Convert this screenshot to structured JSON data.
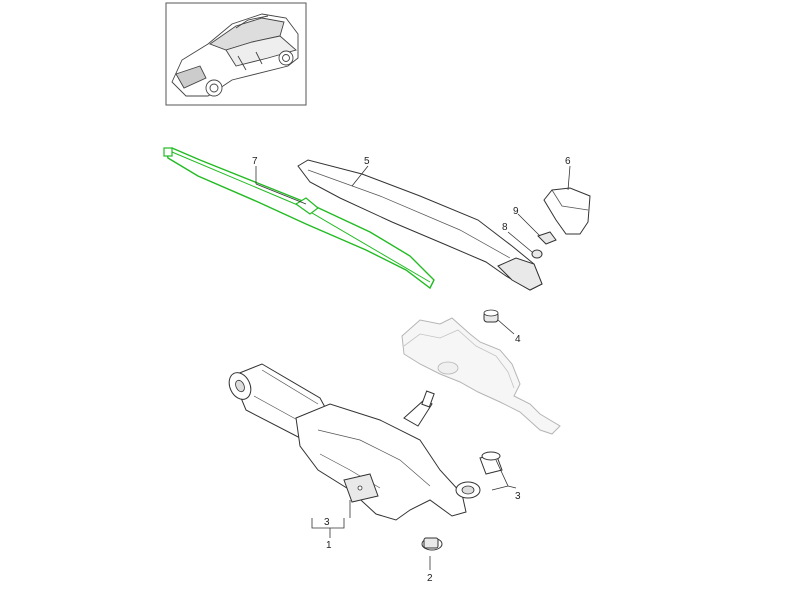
{
  "diagram": {
    "labels": {
      "p1": "1",
      "p2": "2",
      "p3": "3",
      "p3b": "3",
      "p4": "4",
      "p5": "5",
      "p6": "6",
      "p7": "7",
      "p8": "8",
      "p9": "9"
    },
    "highlight_color": "#22bb22",
    "highlighted_part": "7",
    "icons": [
      "car-thumbnail-icon"
    ]
  }
}
